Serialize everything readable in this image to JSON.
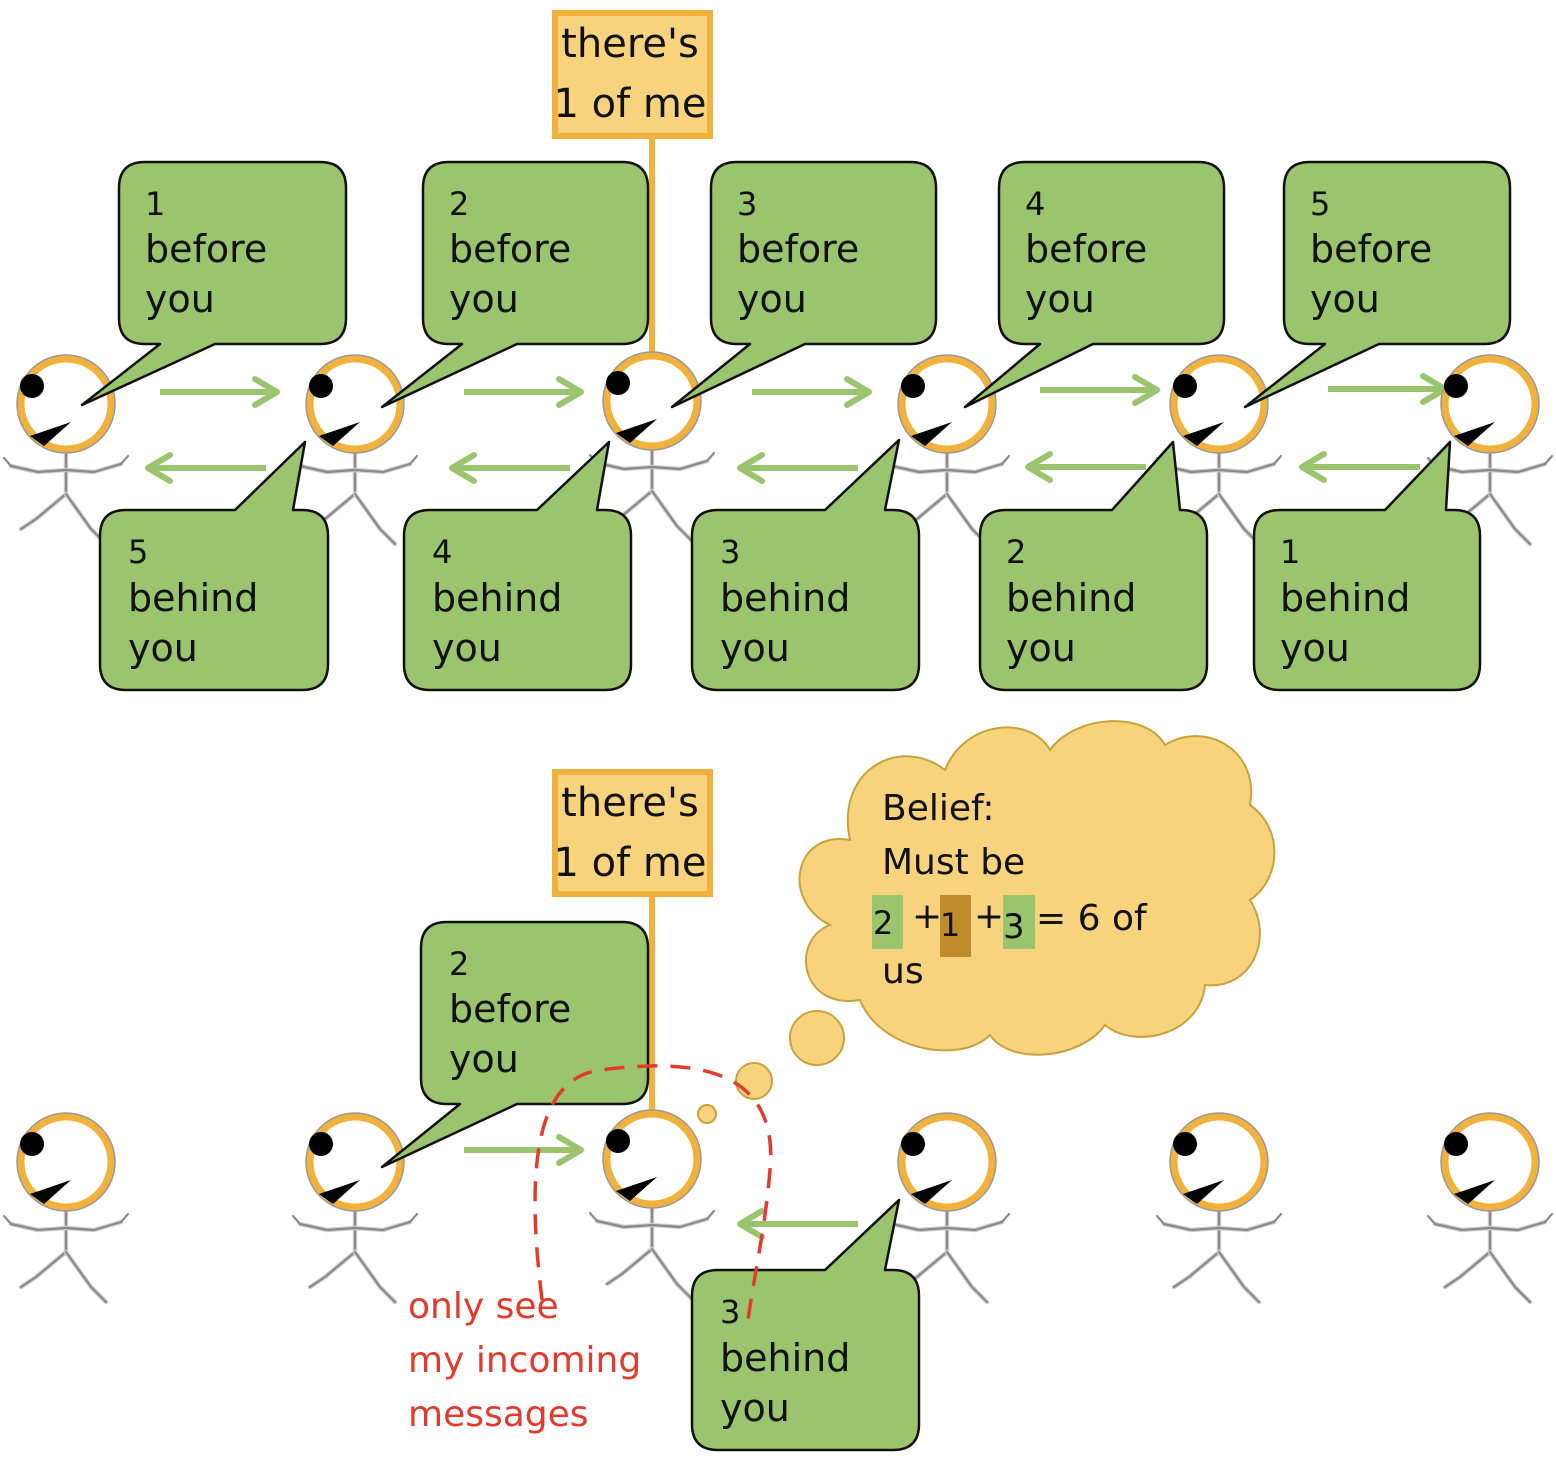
{
  "tag_label_line1": "there's",
  "tag_label_line2": "1 of me",
  "top_row": {
    "before_bubbles": [
      {
        "number": "1",
        "text1": "before",
        "text2": "you"
      },
      {
        "number": "2",
        "text1": "before",
        "text2": "you"
      },
      {
        "number": "3",
        "text1": "before",
        "text2": "you"
      },
      {
        "number": "4",
        "text1": "before",
        "text2": "you"
      },
      {
        "number": "5",
        "text1": "before",
        "text2": "you"
      }
    ],
    "behind_bubbles": [
      {
        "number": "5",
        "text1": "behind",
        "text2": "you"
      },
      {
        "number": "4",
        "text1": "behind",
        "text2": "you"
      },
      {
        "number": "3",
        "text1": "behind",
        "text2": "you"
      },
      {
        "number": "2",
        "text1": "behind",
        "text2": "you"
      },
      {
        "number": "1",
        "text1": "behind",
        "text2": "you"
      }
    ]
  },
  "bottom_row": {
    "before_bubble": {
      "number": "2",
      "text1": "before",
      "text2": "you"
    },
    "behind_bubble": {
      "number": "3",
      "text1": "behind",
      "text2": "you"
    }
  },
  "belief_cloud": {
    "line1": "Belief:",
    "line2": "Must be",
    "term1": "2",
    "plus1": "+",
    "term2": "1",
    "plus2": "+",
    "term3": "3",
    "result": "= 6 of",
    "line4": "us",
    "term_colors": {
      "green": "#9bc46f",
      "brown": "#c08b2c"
    }
  },
  "note_line1": "only see",
  "note_line2": "my incoming",
  "note_line3": "messages",
  "colors": {
    "bubble_fill": "#9bc46f",
    "head_ring": "#f0b23c",
    "tag_fill": "#f8d37e",
    "cloud_fill": "#f8d37e",
    "note_red": "#e33a2c"
  }
}
